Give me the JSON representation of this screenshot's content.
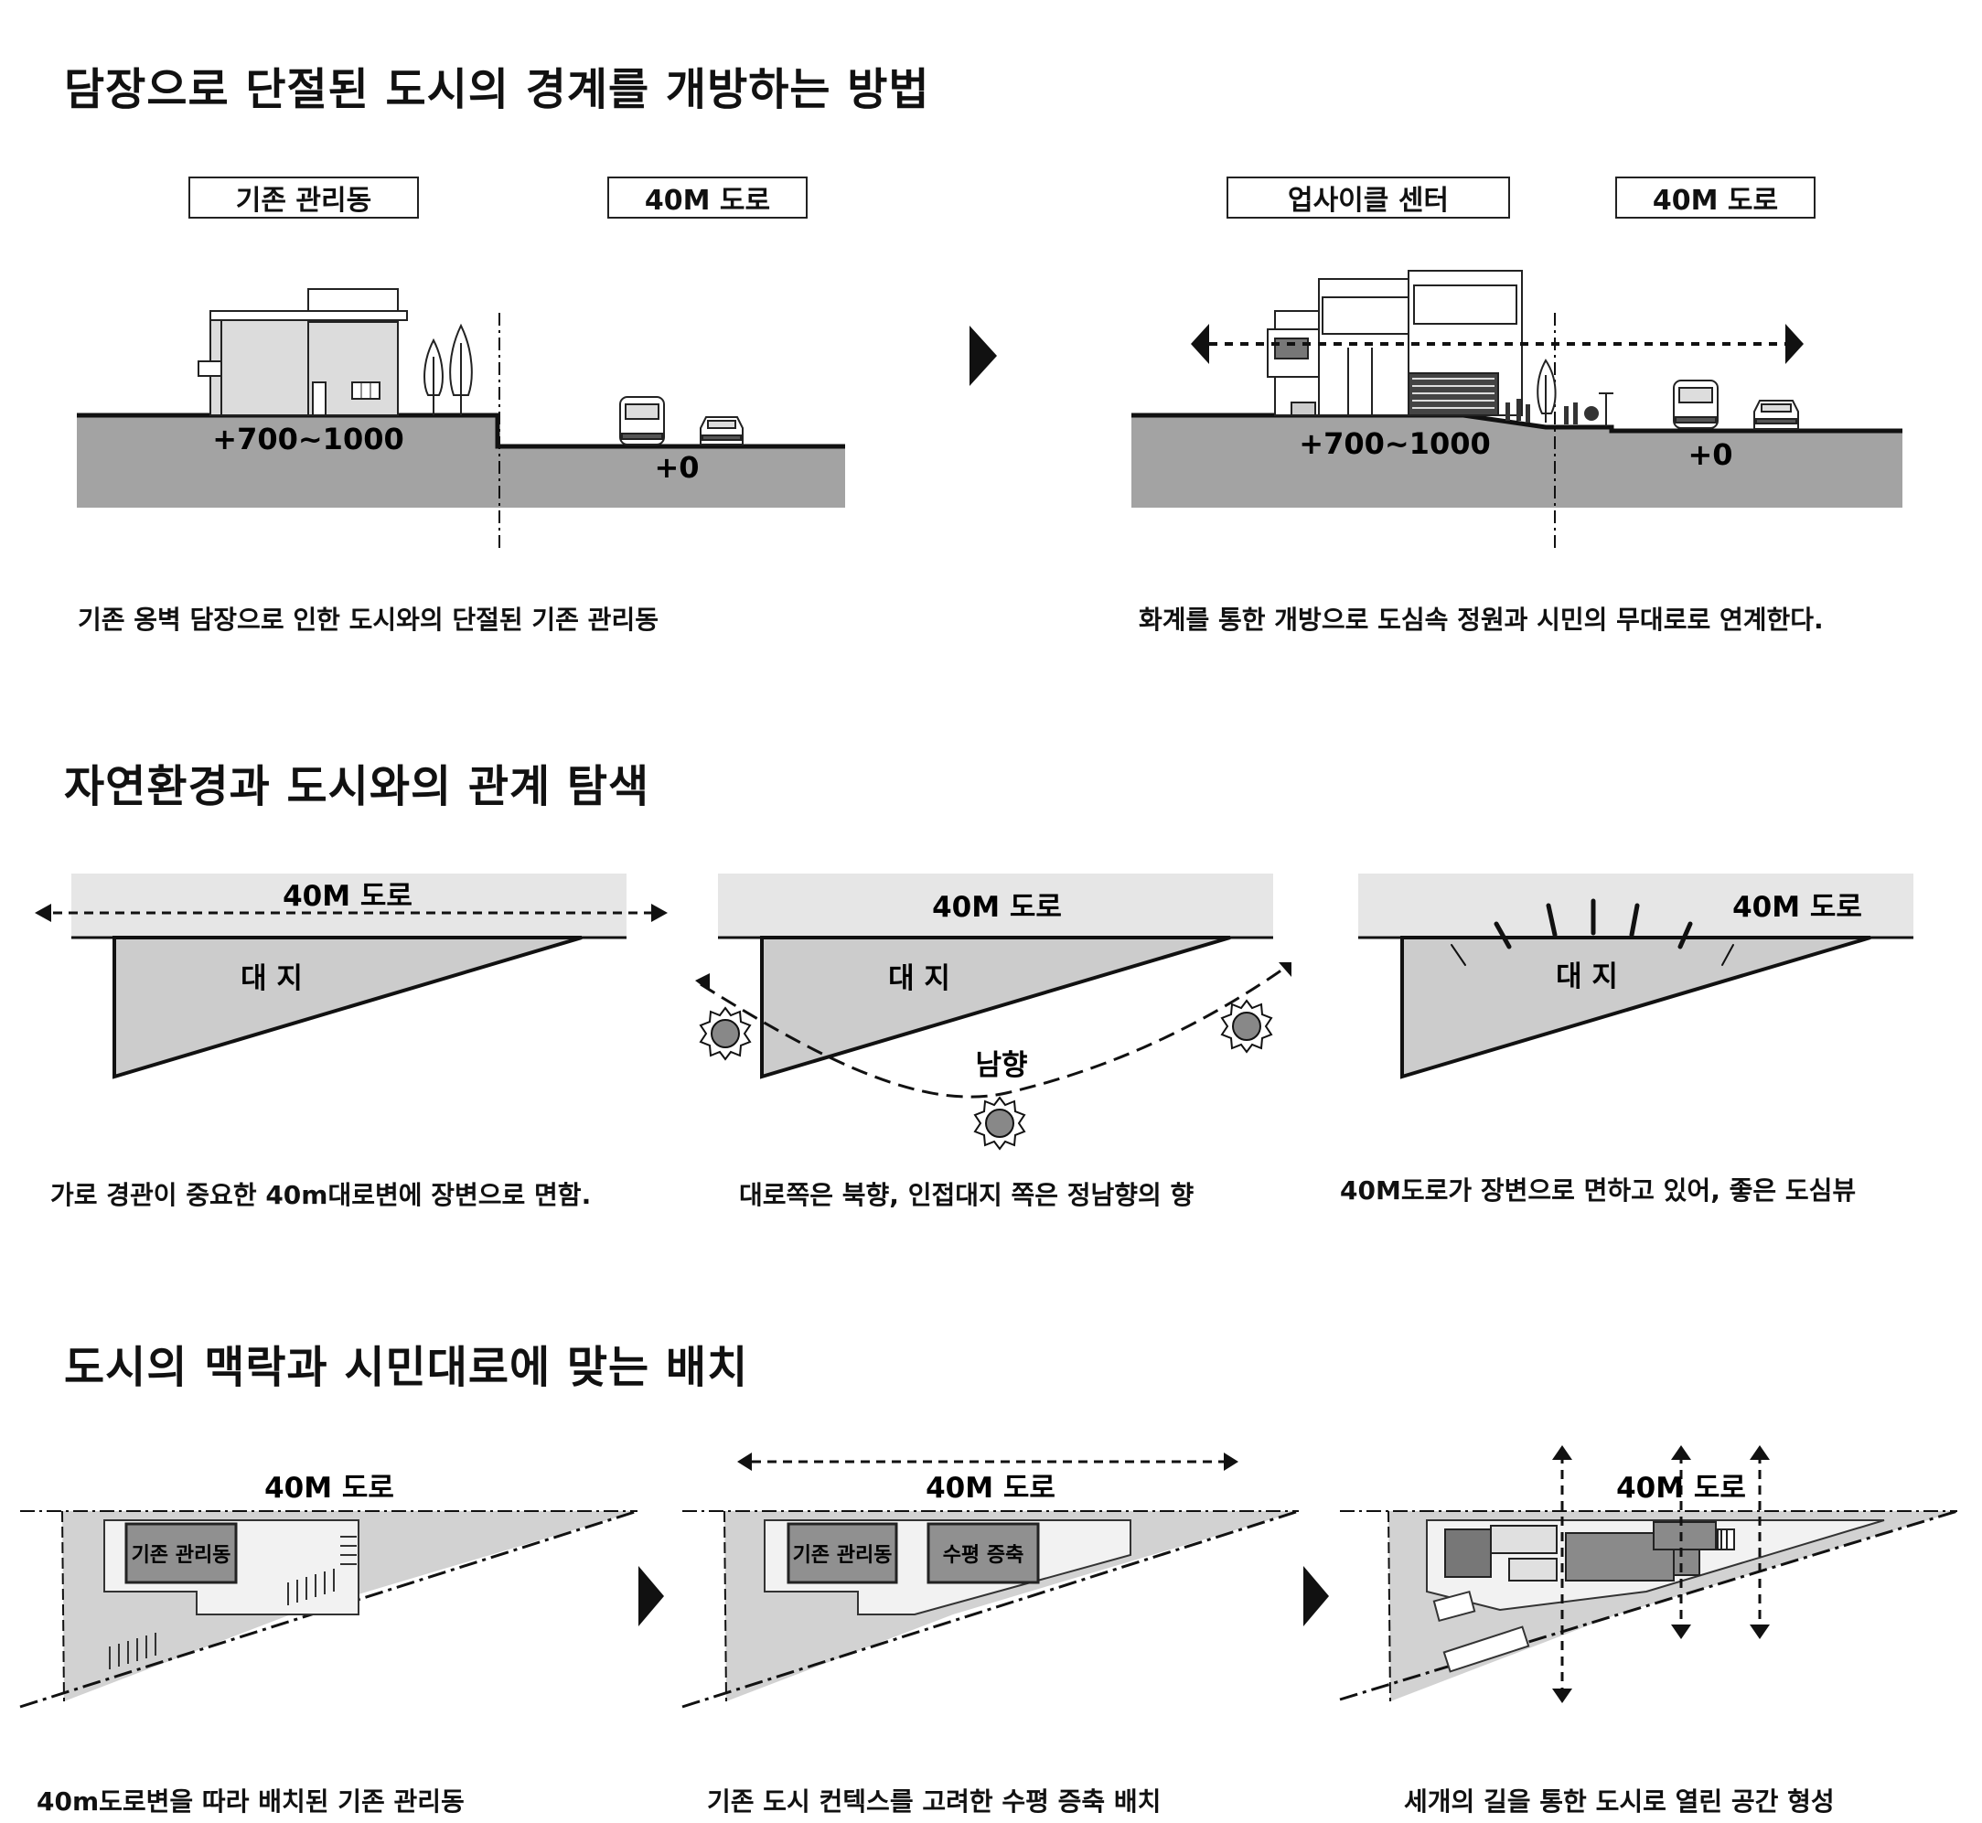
{
  "sections": {
    "s1": {
      "title": "담장으로 단절된 도시의 경계를 개방하는 방법"
    },
    "s2": {
      "title": "자연환경과 도시와의 관계 탐색"
    },
    "s3": {
      "title": "도시의 맥락과 시민대로에 맞는 배치"
    }
  },
  "s1_left": {
    "label_building": "기존 관리동",
    "label_road": "40M 도로",
    "level_high": "+700~1000",
    "level_low": "+0",
    "caption": "기존 옹벽 담장으로 인한 도시와의 단절된 기존 관리동"
  },
  "s1_right": {
    "label_building": "업사이클 센터",
    "label_road": "40M 도로",
    "level_high": "+700~1000",
    "level_low": "+0",
    "caption": "화계를 통한 개방으로 도심속 정원과 시민의 무대로로 연계한다."
  },
  "s2_panels": [
    {
      "road": "40M 도로",
      "site": "대 지",
      "caption": "가로 경관이 중요한 40m대로변에 장변으로 면함."
    },
    {
      "road": "40M 도로",
      "site": "대 지",
      "south": "남향",
      "caption": "대로쪽은 북향, 인접대지 쪽은 정남향의 향"
    },
    {
      "road": "40M 도로",
      "site": "대 지",
      "caption": "40M도로가 장변으로 면하고 있어, 좋은 도심뷰"
    }
  ],
  "s3_panels": [
    {
      "road": "40M 도로",
      "building": "기존 관리동",
      "caption": "40m도로변을 따라 배치된 기존 관리동"
    },
    {
      "road": "40M 도로",
      "building": "기존 관리동",
      "extension": "수평 증축",
      "caption": "기존 도시 컨텍스를  고려한 수평 증축 배치"
    },
    {
      "road": "40M 도로",
      "caption": "세개의 길을 통한 도시로 열린 공간 형성"
    }
  ],
  "icons": [
    "arrow-right-icon",
    "sun-icon",
    "tree-icon",
    "car-icon",
    "bus-icon"
  ],
  "colors": {
    "ground": "#a3a3a3",
    "site": "#cccccc",
    "road": "#e6e6e6",
    "building": "#8f8f8f",
    "line": "#111111"
  }
}
